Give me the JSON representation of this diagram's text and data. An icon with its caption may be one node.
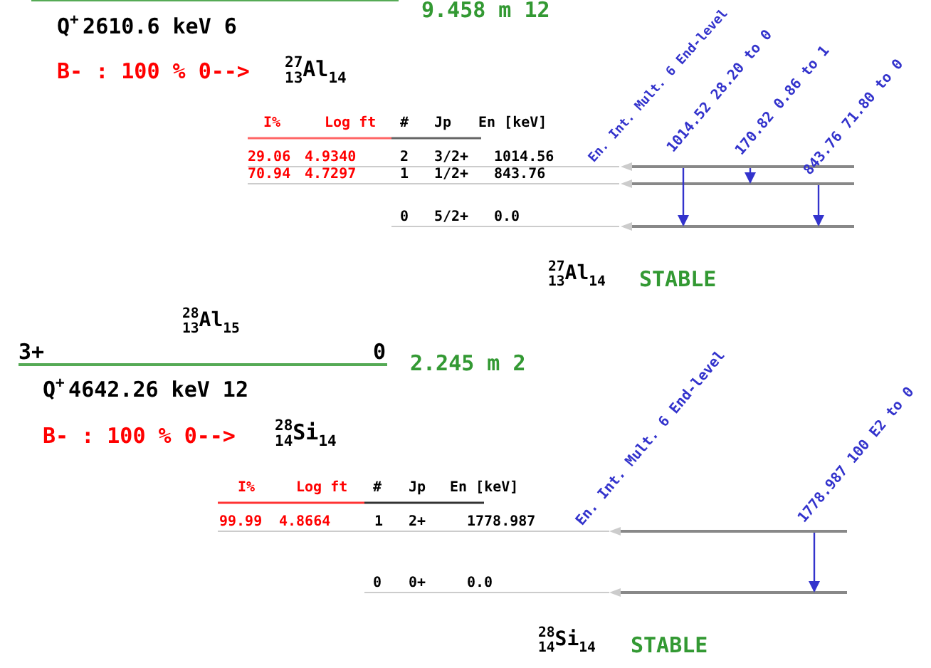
{
  "diagram": {
    "nodes": [
      {
        "text": [],
        "shape": "bar"
      },
      {
        "text": [],
        "shape": "bar"
      },
      {
        "text": [],
        "shape": "bar"
      },
      {
        "text": [],
        "shape": "bar"
      },
      {
        "text": [],
        "shape": "bar"
      }
    ],
    "edges": [
      {
        "from": 0,
        "to": 2,
        "arrow": "to"
      },
      {
        "from": 0,
        "to": 1,
        "arrow": "to"
      },
      {
        "from": 1,
        "to": 2,
        "arrow": "to"
      },
      {
        "from": 3,
        "to": 4,
        "arrow": "to"
      }
    ],
    "labels": [
      "9.458 m 12",
      "Q$^{+}$ 2610.6 keV 6",
      "B- : 100 % 0-->",
      "$^{27}$$_{13}$Al$_{14}$",
      "En. Int. Mult. 6 End-level",
      "1014.52 28.20 to 0",
      "170.82 0.86 to 1",
      "843.76 71.80 to 0",
      "I%",
      "Log ft",
      "#",
      "Jp",
      "En [keV]",
      "29.06",
      "4.9340",
      "2",
      "3/2+",
      "1014.56",
      "70.94",
      "4.7297",
      "1",
      "1/2+",
      "843.76",
      "0",
      "5/2+",
      "0.0",
      "$^{27}$$_{13}$Al$_{14}$",
      "STABLE",
      "$^{28}$$_{13}$Al$_{15}$",
      "3+",
      "0",
      "2.245 m 2",
      "Q$^{+}$ 4642.26 keV 12",
      "B- : 100 % 0-->",
      "$^{28}$$_{14}$Si$_{14}$",
      "En. Int. Mult. 6 End-level",
      "1778.987 100 E2 to 0",
      "I%",
      "Log ft",
      "#",
      "Jp",
      "En [keV]",
      "99.99",
      "4.8664",
      "1",
      "2+",
      "1778.987",
      "0",
      "0+",
      "0.0",
      "$^{28}$$_{14}$Si$_{14}$",
      "STABLE"
    ]
  }
}
